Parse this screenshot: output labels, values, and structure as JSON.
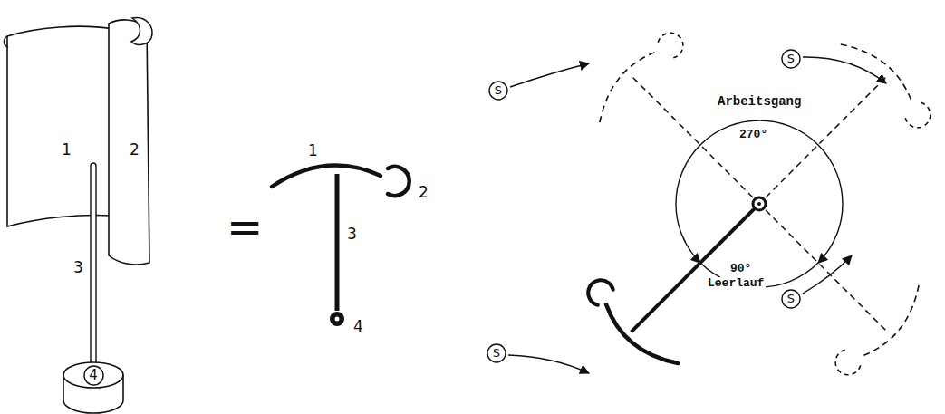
{
  "diagram": {
    "nodes": [
      {
        "text": [
          "4"
        ]
      },
      {
        "text": [
          "S"
        ]
      },
      {
        "text": [
          "S"
        ]
      },
      {
        "text": [
          "S"
        ]
      },
      {
        "text": [
          "S"
        ]
      }
    ],
    "labels": [
      "1",
      "2",
      "3",
      "=",
      "1",
      "2",
      "3",
      "4",
      "Arbeitsgang",
      "270°",
      "90°",
      "Leerlauf"
    ]
  }
}
